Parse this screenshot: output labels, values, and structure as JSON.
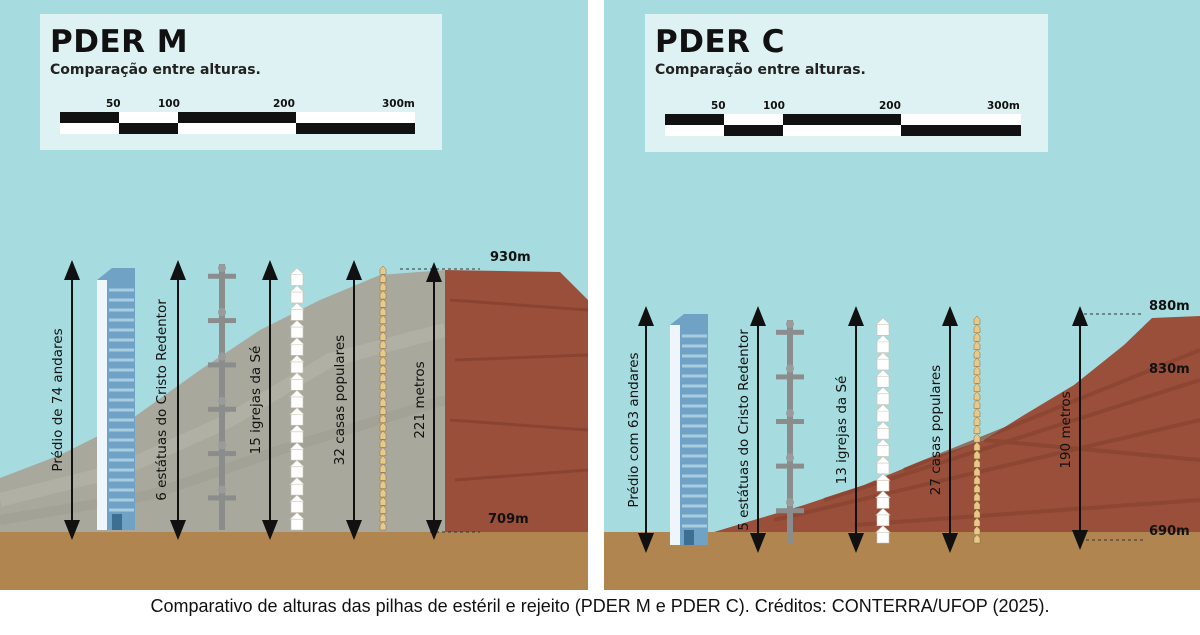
{
  "caption": "Comparativo de alturas das pilhas de estéril e rejeito (PDER M e PDER C).  Créditos: CONTERRA/UFOP (2025).",
  "colors": {
    "sky": "#a6dcdf",
    "ground": "#b08550",
    "pile_m_waste": "#a9a89d",
    "pile_rock": "#9a4f3a",
    "building": "#6fa2c4",
    "box": "#dff2f3"
  },
  "icons": [
    "building-icon",
    "cristo-redentor-statue-icon",
    "church-icon",
    "house-icon"
  ],
  "panels": {
    "m": {
      "title": "PDER M",
      "subtitle": "Comparação entre alturas.",
      "scale_labels": [
        "50",
        "100",
        "200",
        "300m"
      ],
      "elevation_top": "930m",
      "elevation_bottom": "709m",
      "labels": {
        "building": "Prédio de 74 andares",
        "statues": "6 estátuas do Cristo Redentor",
        "churches": "15 igrejas da Sé",
        "houses": "32 casas populares",
        "height": "221 metros"
      }
    },
    "c": {
      "title": "PDER C",
      "subtitle": "Comparação entre alturas.",
      "scale_labels": [
        "50",
        "100",
        "200",
        "300m"
      ],
      "elevation_top": "880m",
      "elevation_mid": "830m",
      "elevation_bottom": "690m",
      "labels": {
        "building": "Prédio com 63 andares",
        "statues": "5 estátuas do Cristo Redentor",
        "churches": "13 igrejas da Sé",
        "houses": "27 casas populares",
        "height": "190 metros"
      }
    }
  }
}
